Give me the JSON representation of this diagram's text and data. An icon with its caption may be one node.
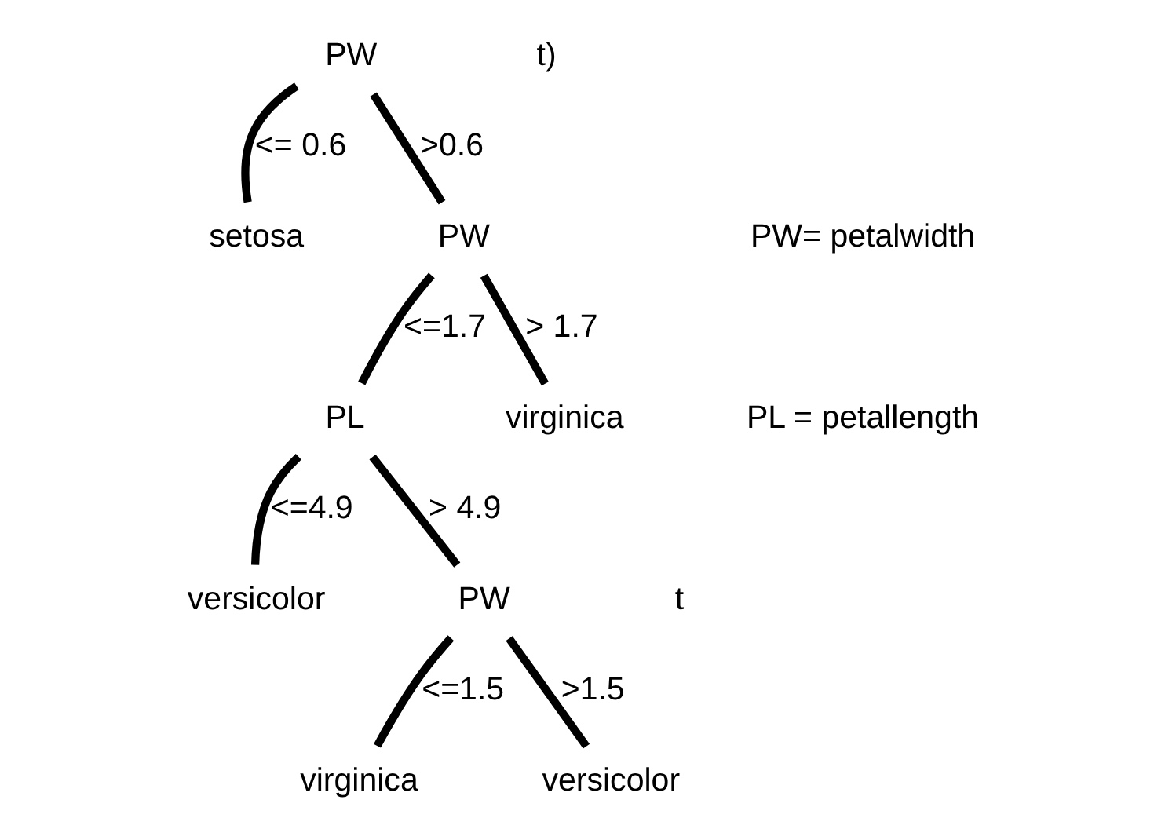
{
  "diagram": {
    "nodes": [
      {
        "text": [
          "PW"
        ]
      },
      {
        "text": [
          "setosa"
        ]
      },
      {
        "text": [
          "PW"
        ]
      },
      {
        "text": [
          "PL"
        ]
      },
      {
        "text": [
          "virginica"
        ]
      },
      {
        "text": [
          "versicolor"
        ]
      },
      {
        "text": [
          "PW"
        ]
      },
      {
        "text": [
          "virginica"
        ]
      },
      {
        "text": [
          "versicolor"
        ]
      }
    ],
    "edges": [
      {
        "from": 0,
        "to": 1,
        "arrow": "none",
        "label": "<= 0.6"
      },
      {
        "from": 0,
        "to": 2,
        "arrow": "none",
        "label": ">0.6"
      },
      {
        "from": 2,
        "to": 3,
        "arrow": "none",
        "label": "<=1.7"
      },
      {
        "from": 2,
        "to": 4,
        "arrow": "none",
        "label": "> 1.7"
      },
      {
        "from": 3,
        "to": 5,
        "arrow": "none",
        "label": "<=4.9"
      },
      {
        "from": 3,
        "to": 6,
        "arrow": "none",
        "label": "> 4.9"
      },
      {
        "from": 6,
        "to": 7,
        "arrow": "none",
        "label": "<=1.5"
      },
      {
        "from": 6,
        "to": 8,
        "arrow": "none",
        "label": ">1.5"
      }
    ],
    "labels": [
      "t)",
      "PW= petalwidth",
      "PL = petallength",
      "t"
    ]
  }
}
